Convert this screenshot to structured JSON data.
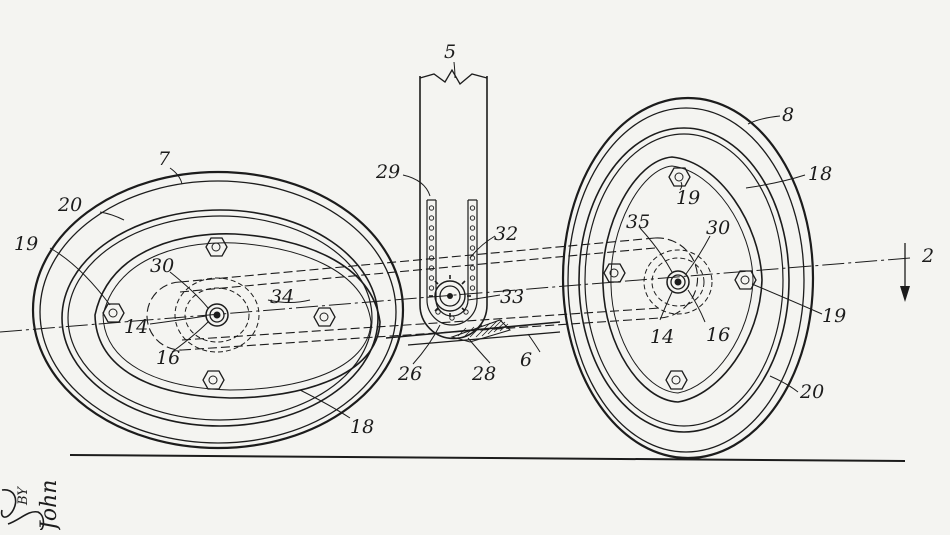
{
  "labels": {
    "l5": "5",
    "l8": "8",
    "l7": "7",
    "l29": "29",
    "l18_right": "18",
    "l20_left": "20",
    "l19_right_top": "19",
    "l35": "35",
    "l30_right": "30",
    "l32": "32",
    "l2": "2",
    "l19_left": "19",
    "l30_left": "30",
    "l33": "33",
    "l34": "34",
    "l14_left": "14",
    "l16_left": "16",
    "l14_right": "14",
    "l16_right": "16",
    "l19_right": "19",
    "l26": "26",
    "l28": "28",
    "l6": "6",
    "l20_right": "20",
    "l18_left": "18"
  },
  "signature": {
    "by": "BY",
    "name": "John"
  },
  "colors": {
    "ink": "#1c1c1c",
    "paper": "#f4f4f1"
  }
}
